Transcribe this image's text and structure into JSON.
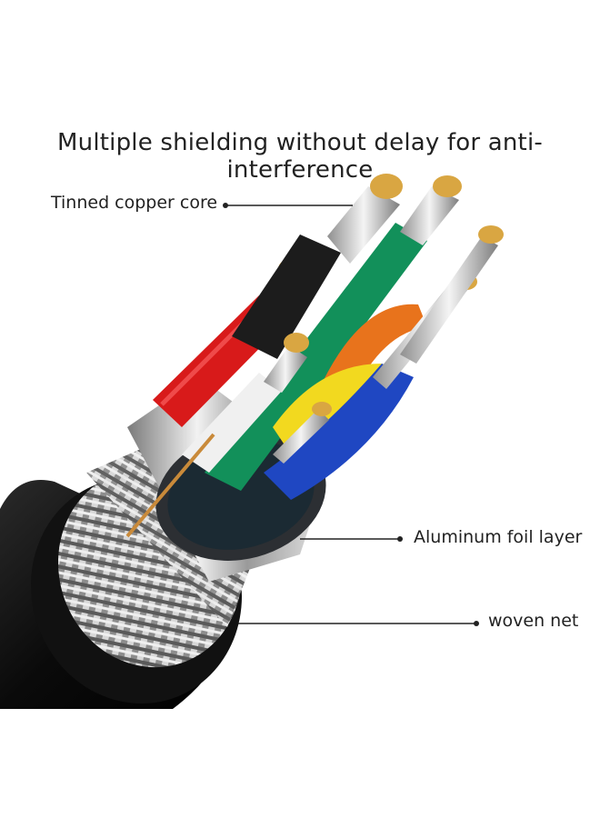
{
  "headline": "Multiple shielding without delay for anti-interference",
  "callouts": {
    "core": "Tinned copper core",
    "foil": "Aluminum foil layer",
    "net": "woven net"
  },
  "colors": {
    "red": "#d81a1a",
    "black": "#1c1c1c",
    "green": "#12905a",
    "white": "#f0f0f0",
    "orange": "#e8731c",
    "yellow": "#f2d91f",
    "blue": "#1f47c2",
    "jacket": "#0d0d0d",
    "copper": "#d9a642"
  }
}
